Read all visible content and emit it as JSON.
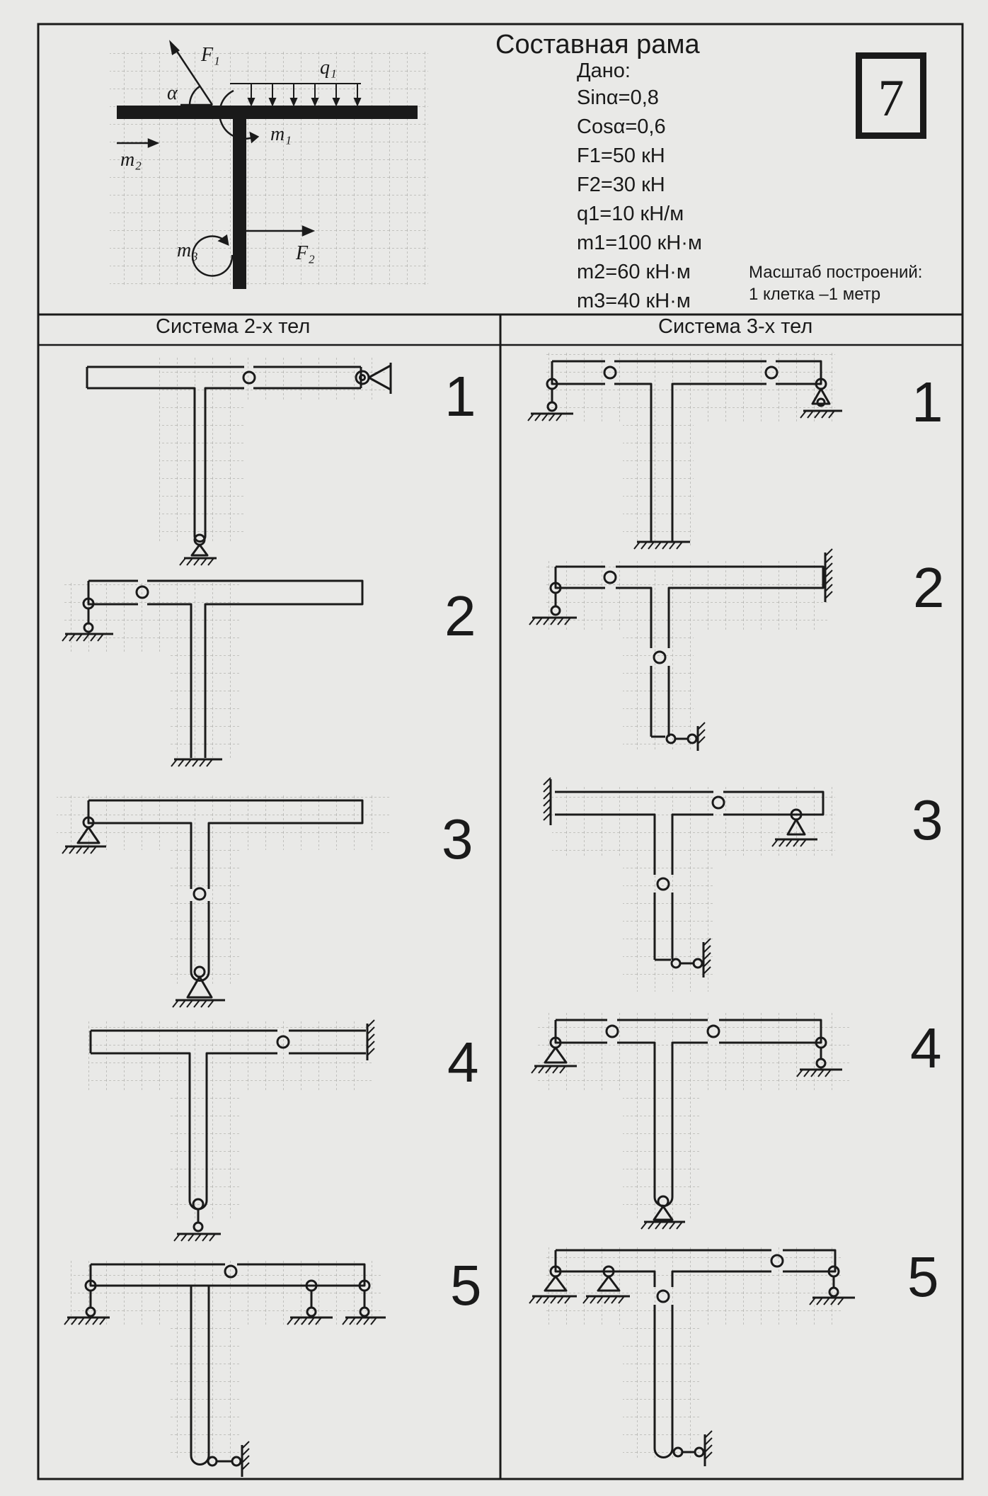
{
  "header": {
    "title": "Составная рама",
    "given_heading": "Дано:",
    "given": [
      "Sinα=0,8",
      "Cosα=0,6",
      "F1=50 кН",
      "F2=30 кН",
      "q1=10 кН/м",
      "m1=100 кН·м",
      "m2=60 кН·м",
      "m3=40 кН·м"
    ],
    "scale_title": "Масштаб построений:",
    "scale_value": "1 клетка –1 метр",
    "variant_number": "7"
  },
  "diagram_labels": {
    "F1": "F₁",
    "q1": "q₁",
    "alpha": "α",
    "m1": "m₁",
    "m2": "m₂",
    "m3": "m₃",
    "F2": "F₂"
  },
  "columns": {
    "left_heading": "Система 2-х тел",
    "right_heading": "Система 3-х тел"
  },
  "variants": {
    "left": [
      "1",
      "2",
      "3",
      "4",
      "5"
    ],
    "right": [
      "1",
      "2",
      "3",
      "4",
      "5"
    ]
  }
}
